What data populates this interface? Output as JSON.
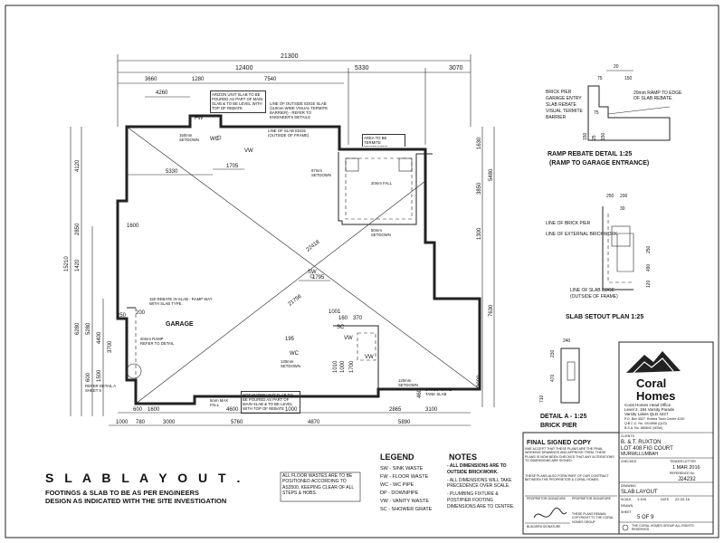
{
  "sheet_title": {
    "main": "S L A B   L A Y O U T .",
    "line1": "FOOTINGS & SLAB TO BE AS PER ENGINEERS",
    "line2": "DESIGN AS INDICATED WITH THE SITE INVESTIGATION"
  },
  "dimensions": {
    "overall_width": "21300",
    "top_row": [
      "12400",
      "5330",
      "3070"
    ],
    "second_row": [
      "3660",
      "1280",
      "7540"
    ],
    "left_offset": "4260",
    "inner_5330": "5330",
    "inner_1705": "1705",
    "inner_1600": "1600",
    "inner_1795": "1795",
    "inner_250": "250",
    "inner_200": "200",
    "inner_1001": "1001",
    "inner_160": "160",
    "inner_370": "370",
    "inner_195": "195",
    "inner_1010": "1010",
    "inner_1700": "1700",
    "inner_1000": "1000",
    "inner_3100": "3100",
    "diag_long": "21756",
    "diag_short": "22418",
    "left_stack": [
      "4120",
      "2850",
      "1420",
      "15210",
      "5280",
      "4400",
      "6280",
      "3700",
      "600",
      "1500"
    ],
    "right_stack": [
      "1630",
      "5480",
      "3850",
      "1300",
      "7630",
      "3000",
      "460"
    ],
    "bottom_row1": [
      "600",
      "1600",
      "4600",
      "1000",
      "2865",
      "3100"
    ],
    "bottom_row2": [
      "1000",
      "780",
      "3000",
      "5760",
      "4870",
      "5890"
    ]
  },
  "notes_on_plan": {
    "arizon": "ARIZON UNIT SLAB TO BE POURED AS PART OF MAIN SLAB & TO BE LEVEL WITH TOP OF REBATE",
    "outside_edge": "LINE OF OUTSIDE EDGE SLAB (110mm WIDE VISUAL TERMITE BARRIER) - REFER TO ENGINEER'S DETAILS",
    "slab_edge": "LINE OF SLAB EDGE (OUTSIDE OF FRAME)",
    "area_termite": "AREA TO BE TERMITE PROTECTED",
    "set_87": "87mm SETDOWN",
    "fall_20": "20mm FALL",
    "set_150": "150mm SETDOWN",
    "set_50": "50mm SETDOWN",
    "rebate": "150 REBATE IN SLAB - RAMP WAY WITH SLAB TYPE.",
    "garage": "GARAGE",
    "ramp": "20mm RAMP REFER TO DETAIL",
    "refer_detail": "REFER DETAIL A SHEET 5",
    "fall_5": "5mm MAX FALL",
    "hot_water": "HOT WATER UNIT SLAB TO BE POURED AS PART OF MAIN SLAB & TO BE LEVEL WITH TOP OF REBATE",
    "tank_slab": "STRUCTURAL TANK SLAB",
    "setdown_130": "130mm SETDOWN",
    "setdown_120": "120mm SETDOWN"
  },
  "fixtures": {
    "wc": "WC",
    "vw": "VW",
    "sw": "SW",
    "fw": "FW",
    "dp": "DP",
    "sc": "SC"
  },
  "ramp_detail": {
    "title": "RAMP REBATE DETAIL 1:25",
    "subtitle": "(RAMP TO GARAGE ENTRANCE)",
    "labels": [
      "BRICK PIER",
      "GARAGE ENTRY",
      "SLAB REBATE",
      "VISUAL TERMITE",
      "BARRIER"
    ],
    "ramp_note": "20mm RAMP TO EDGE OF SLAB REBATE.",
    "dims": [
      "20",
      "75",
      "150",
      "150",
      "25",
      "75",
      "150"
    ]
  },
  "setout_plan": {
    "title": "SLAB SETOUT PLAN  1:25",
    "labels": [
      "LINE OF BRICK PIER",
      "LINE OF EXTERNAL BRICKWORK",
      "LINE OF SLAB EDGE",
      "(OUTSIDE OF FRAME)"
    ],
    "dims": [
      "250",
      "200",
      "30",
      "250",
      "490",
      "120"
    ]
  },
  "detail_a": {
    "title": "DETAIL A - 1:25",
    "subtitle": "BRICK PIER",
    "dims": [
      "230",
      "470",
      "710",
      "240"
    ]
  },
  "legend": {
    "title": "LEGEND",
    "items": [
      "SW  -  SINK WASTE",
      "FW  -  FLOOR WASTE",
      "WC  -  WC PIPE",
      "DP  -  DOWNPIPE",
      "VW  -  VANITY WASTE",
      "SC  -  SHOWER GRATE"
    ]
  },
  "notes": {
    "title": "NOTES",
    "items": [
      "- ALL DIMENSIONS ARE TO OUTSIDE BRICKWORK.",
      "- ALL DIMENSIONS WILL TAKE PRECEDENCE OVER SCALE.",
      "- PLUMBING FIXTURE & POST/PIER FOOTING DIMENSIONS ARE TO CENTRE."
    ]
  },
  "floor_waste_note": "ALL FLOOR WASTES ARE TO BE POSITIONED ACCORDING TO AS3500, KEEPING CLEAR OF ALL STEPS & HOBS.",
  "approval": {
    "title": "FINAL SIGNED COPY",
    "text": "I/WE ACCEPT THAT THESE PLANS ARE THE FINAL WORKING DRAWINGS AND APPROVE THEM. THESE PLANS IS NOW BEEN CHECKED THAT ANY ALTERATIONS TO DIMENSIONS ARE SIGNED.",
    "form": "THESE PLANS ALSO FORM PART OF OUR CONTRACT BETWEEN THE PROPRIETOR & CORAL HOMES.",
    "sig1": "PROPRIETOR SIGNATURE",
    "sig2": "PROPRIETOR SIGNATURE",
    "sig3": "BUILDERS SIGNATURE",
    "remain": "THESE PLANS REMAIN COPYRIGHT TO THE CORAL HOMES GROUP"
  },
  "title_block": {
    "logo_line1": "Coral",
    "logo_line2": "Homes",
    "office": "Coral Homes Head Office",
    "address1": "Level 2, 194 Varsity Parade",
    "address2": "Varsity Lakes QLD 4227",
    "po": "P.O. Box 4527, Robina Town Centre 4230",
    "lic1": "Q.B.C.C. No. 1014556 (QLD)",
    "lic2": "B.S.A. No. 68084C (NSW)",
    "clients_label": "CLIENTS",
    "clients": "B. & T. RUXTON",
    "lot": "LOT 408 FIG COURT",
    "suburb": "MURWILLUMBAH",
    "checked_label": "CHECKED",
    "tender_label": "TENDER LETTER",
    "date": "1 MAR 2016",
    "reference_label": "REFERENCE No.",
    "reference": "J24232",
    "drawing_label": "DRAWING",
    "drawing": "SLAB LAYOUT",
    "scale_label": "SCALE",
    "scale": "1:100",
    "dated_label": "DATE",
    "dated": "22-02-16",
    "drawn_label": "DRAWN",
    "sheet_label": "SHEET",
    "sheet": "5 OF 9",
    "copyright": "THE CORAL HOMES GROUP ALL RIGHTS RESERVED"
  }
}
